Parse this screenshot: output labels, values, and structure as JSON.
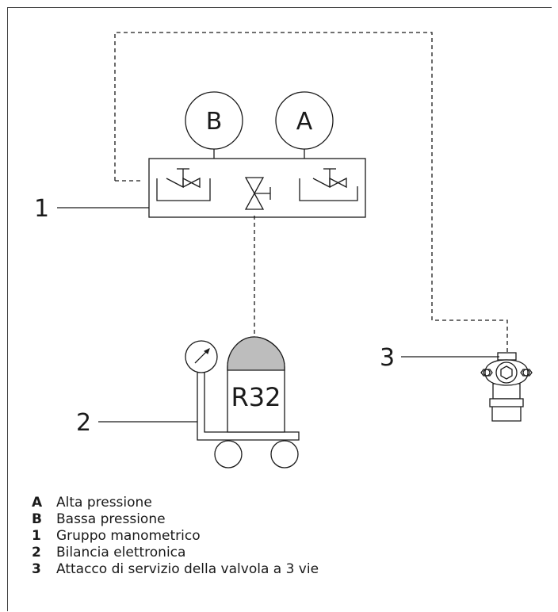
{
  "labels": {
    "gauge_b": "B",
    "gauge_a": "A",
    "callout_1": "1",
    "callout_2": "2",
    "callout_3": "3",
    "tank": "R32"
  },
  "legend": [
    {
      "key": "A",
      "text": "Alta pressione"
    },
    {
      "key": "B",
      "text": "Bassa pressione"
    },
    {
      "key": "1",
      "text": "Gruppo manometrico"
    },
    {
      "key": "2",
      "text": "Bilancia elettronica"
    },
    {
      "key": "3",
      "text": "Attacco di servizio della valvola a 3 vie"
    }
  ],
  "colors": {
    "line": "#1a1a1a",
    "tank_cap": "#bdbdbd"
  }
}
